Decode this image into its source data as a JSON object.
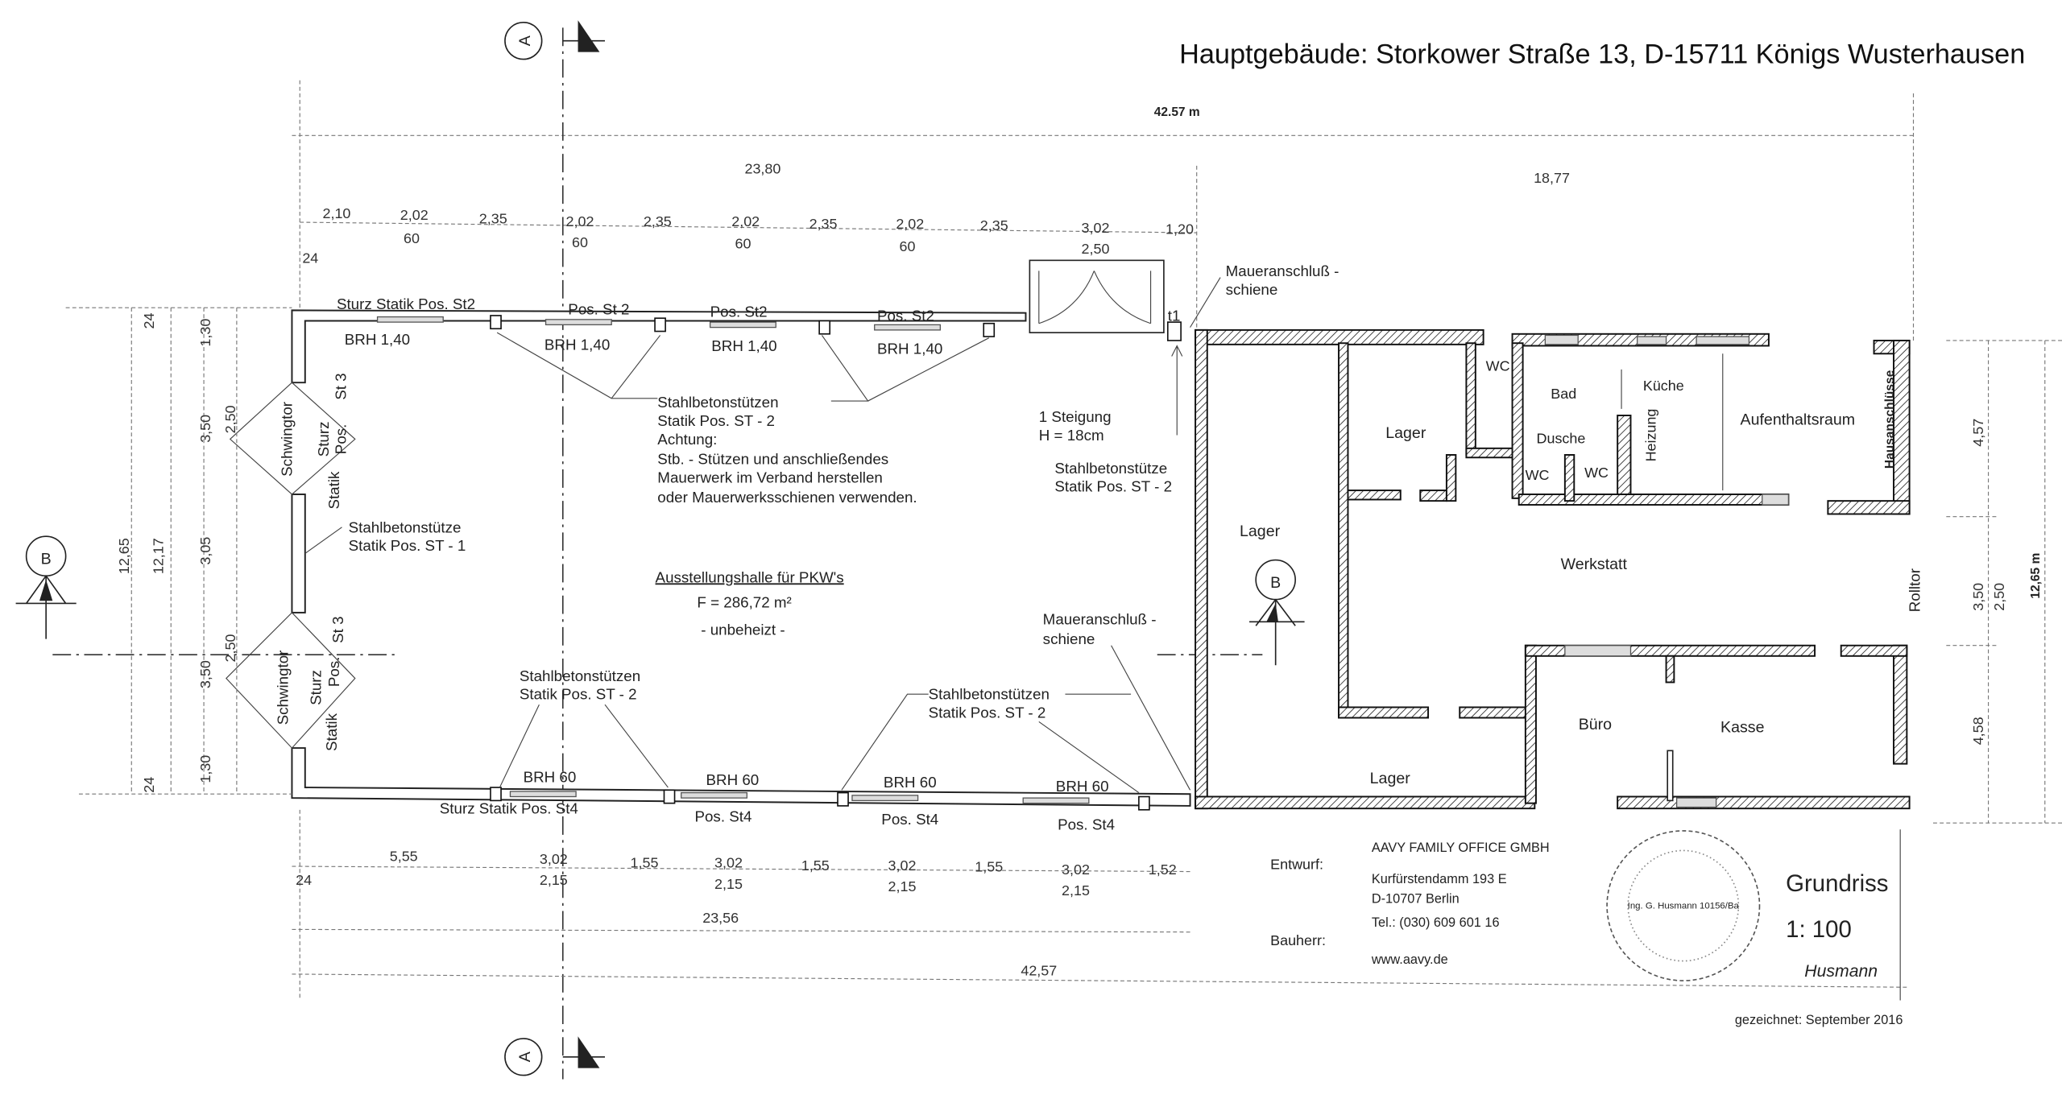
{
  "header": {
    "title": "Hauptgebäude: Storkower Straße 13, D-15711 Königs Wusterhausen"
  },
  "dimensions": {
    "overall_top": "42.57 m",
    "overall_right": "12,65 m",
    "top_segments_major": [
      "23,80",
      "18,77"
    ],
    "top_segments": [
      "2,10",
      "2,02",
      "2,35",
      "2,02",
      "2,35",
      "2,02",
      "2,35",
      "2,02",
      "2,35",
      "3,02",
      "1,20"
    ],
    "top_sub": [
      "60",
      "60",
      "60",
      "60",
      "2,50"
    ],
    "top_offset": "24",
    "left": [
      "24",
      "1,30",
      "3,50",
      "2,50",
      "12,65",
      "12,17",
      "3,05",
      "3,50",
      "2,50",
      "1,30",
      "24"
    ],
    "right": [
      "4,57",
      "3,50",
      "2,50",
      "4,58"
    ],
    "bottom_segments": [
      "5,55",
      "3,02",
      "1,55",
      "3,02",
      "1,55",
      "3,02",
      "1,55",
      "3,02",
      "1,52"
    ],
    "bottom_sub": [
      "2,15",
      "2,15",
      "2,15",
      "2,15"
    ],
    "bottom_offset": "24",
    "bottom_total_1": "23,56",
    "bottom_total_2": "42,57"
  },
  "section_markers": {
    "a": "A",
    "b": "B"
  },
  "annotations": {
    "sturz_st2": "Sturz Statik Pos. St2",
    "pos_st2": "Pos. St 2",
    "pos_st2b": "Pos. St2",
    "brh_140": "BRH 1,40",
    "brh_60": "BRH 60",
    "sturz_st4": "Sturz Statik Pos. St4",
    "pos_st4": "Pos. St4",
    "schwingtor": "Schwingtor",
    "sturz": "Sturz",
    "pos": "Pos.",
    "statik": "Statik",
    "st3": "St 3",
    "stuetzen_plural": "Stahlbetonstützen",
    "statik_st2": "Statik Pos. ST - 2",
    "achtung": "Achtung:",
    "note_1": "Stb. - Stützen und anschließendes",
    "note_2": "Mauerwerk im Verband herstellen",
    "note_3": "oder Mauerwerksschienen verwenden.",
    "stuetze_single": "Stahlbetonstütze",
    "statik_st1": "Statik Pos. ST - 1",
    "maueranschluss": "Maueranschluß -",
    "schiene": "schiene",
    "steigung": "1 Steigung",
    "steigung_h": "H = 18cm",
    "t1": "t1",
    "hall_name": "Ausstellungshalle für PKW's",
    "hall_area": "F = 286,72 m²",
    "hall_heating": "- unbeheizt -",
    "rolltor": "Rolltor",
    "hausanschluesse": "Hausanschlüsse"
  },
  "rooms": {
    "lager": "Lager",
    "werkstatt": "Werkstatt",
    "wc": "WC",
    "bad": "Bad",
    "kueche": "Küche",
    "dusche": "Dusche",
    "heizung": "Heizung",
    "aufenthaltsraum": "Aufenthaltsraum",
    "buero": "Büro",
    "kasse": "Kasse"
  },
  "title_block": {
    "entwurf_label": "Entwurf:",
    "bauherr_label": "Bauherr:",
    "company": "AAVY FAMILY OFFICE GMBH",
    "street": "Kurfürstendamm 193 E",
    "city": "D-10707 Berlin",
    "phone": "Tel.: (030) 609 601 16",
    "web": "www.aavy.de",
    "drawing_name": "Grundriss",
    "scale": "1: 100",
    "drawn": "gezeichnet: September 2016",
    "stamp_text": "Ing. G. Husmann 10156/Ba",
    "signature": "Husmann"
  }
}
